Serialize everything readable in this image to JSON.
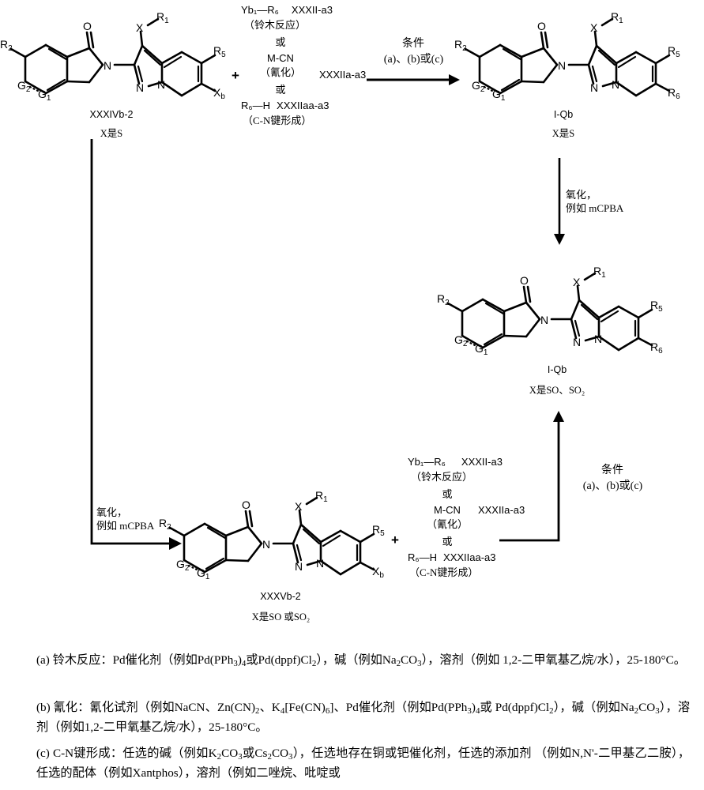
{
  "scheme": {
    "title_implicit": "",
    "structures": [
      {
        "id": "sm-top-left",
        "name_label": "XXXIVb-2",
        "x_label": "X是S",
        "atom_labels": [
          "R₂",
          "G₂",
          "G₁",
          "O",
          "N",
          "X",
          "R₁",
          "N",
          "N",
          "R₅",
          "Xb"
        ]
      },
      {
        "id": "prod-top-right",
        "name_label": "I-Qb",
        "x_label": "X是S",
        "atom_labels": [
          "R₂",
          "G₂",
          "G₁",
          "O",
          "N",
          "X",
          "R₁",
          "N",
          "N",
          "R₅",
          "R₆"
        ]
      },
      {
        "id": "prod-bottom-right",
        "name_label": "I-Qb",
        "x_label": "X是SO、SO₂",
        "atom_labels": [
          "R₂",
          "G₂",
          "G₁",
          "O",
          "N",
          "X",
          "R₁",
          "N",
          "N",
          "R₅",
          "R₆"
        ]
      },
      {
        "id": "int-bottom-left",
        "name_label": "XXXVb-2",
        "x_label": "X是SO 或SO₂",
        "atom_labels": [
          "R₂",
          "G₂",
          "G₁",
          "O",
          "N",
          "X",
          "R₁",
          "N",
          "N",
          "R₅",
          "Xb"
        ]
      }
    ],
    "reagents_top": {
      "plus": "+",
      "line1_formula": "Yb₁—R₆",
      "line1_code": "XXXII-a3",
      "line1_note": "（铃木反应）",
      "or1": "或",
      "line2_formula": "M-CN",
      "line2_code": "XXXIIa-a3",
      "line2_note": "（氰化）",
      "or2": "或",
      "line3_formula": "R₆—H",
      "line3_code": "XXXIIaa-a3",
      "line3_note": "（C-N键形成）"
    },
    "reagents_bottom": {
      "plus": "+",
      "line1_formula": "Yb₁—R₆",
      "line1_code": "XXXII-a3",
      "line1_note": "（铃木反应）",
      "or1": "或",
      "line2_formula": "M-CN",
      "line2_code": "XXXIIa-a3",
      "line2_note": "（氰化）",
      "or2": "或",
      "line3_formula": "R₆—H",
      "line3_code": "XXXIIaa-a3",
      "line3_note": "（C-N键形成）"
    },
    "arrows": {
      "top_condition_line1": "条件",
      "top_condition_line2": "(a)、(b)或(c)",
      "right_oxidation_line1": "氧化，",
      "right_oxidation_line2": "例如 mCPBA",
      "left_oxidation_line1": "氧化，",
      "left_oxidation_line2": "例如 mCPBA",
      "bottom_condition_line1": "条件",
      "bottom_condition_line2": "(a)、(b)或(c)"
    }
  },
  "footnotes": [
    {
      "id": "a",
      "html": "(a) 铃木反应：Pd催化剂（例如Pd(PPh<sub>3</sub>)<sub>4</sub>或Pd(dppf)Cl<sub>2</sub>），碱（例如Na<sub>2</sub>CO<sub>3</sub>），溶剂（例如 1,2-二甲氧基乙烷/水），25-180°C。"
    },
    {
      "id": "b",
      "html": "(b) 氰化：氰化试剂（例如NaCN、Zn(CN)<sub>2</sub>、K<sub>4</sub>[Fe(CN)<sub>6</sub>]、Pd催化剂（例如Pd(PPh<sub>3</sub>)<sub>4</sub>或 Pd(dppf)Cl<sub>2</sub>），碱（例如Na<sub>2</sub>CO<sub>3</sub>），溶剂（例如1,2-二甲氧基乙烷/水），25-180°C。"
    },
    {
      "id": "c",
      "html": "(c) C-N键形成：任选的碱（例如K<sub>2</sub>CO<sub>3</sub>或Cs<sub>2</sub>CO<sub>3</sub>），任选地存在铜或钯催化剂，任选的添加剂 （例如N,N'-二甲基乙二胺），任选的配体（例如Xantphos），溶剂（例如二唑烷、吡啶或"
    }
  ],
  "colors": {
    "ink": "#000000",
    "background": "#ffffff"
  }
}
